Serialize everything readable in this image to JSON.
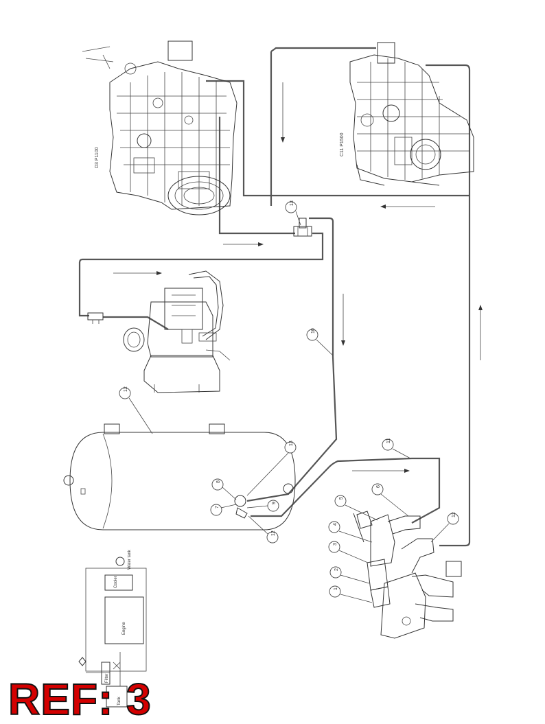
{
  "engine_labels": {
    "left": "D3 P1100",
    "right": "C11 P1500"
  },
  "callouts": [
    {
      "id": "c13-top",
      "label": "13"
    },
    {
      "id": "c10",
      "label": "10"
    },
    {
      "id": "c12-tank",
      "label": "12"
    },
    {
      "id": "c13-tank",
      "label": "13"
    },
    {
      "id": "c8",
      "label": "8"
    },
    {
      "id": "c7",
      "label": "7"
    },
    {
      "id": "c9",
      "label": "9"
    },
    {
      "id": "c12-tank-bottom",
      "label": "12"
    },
    {
      "id": "c11",
      "label": "11"
    },
    {
      "id": "c5",
      "label": "5"
    },
    {
      "id": "c6",
      "label": "6"
    },
    {
      "id": "c4",
      "label": "4"
    },
    {
      "id": "c3",
      "label": "3"
    },
    {
      "id": "c2",
      "label": "2"
    },
    {
      "id": "c1",
      "label": "1"
    },
    {
      "id": "c12-right",
      "label": "12"
    }
  ],
  "schematic": {
    "water_tank": "Water tank",
    "cooler": "Cooler",
    "engine": "Engine",
    "filter": "Filter",
    "tank": "Tank"
  },
  "ref_label": "REF: 3",
  "colors": {
    "ref_fill": "#d40000",
    "ref_outline": "#111111",
    "pipe": "#555555"
  }
}
